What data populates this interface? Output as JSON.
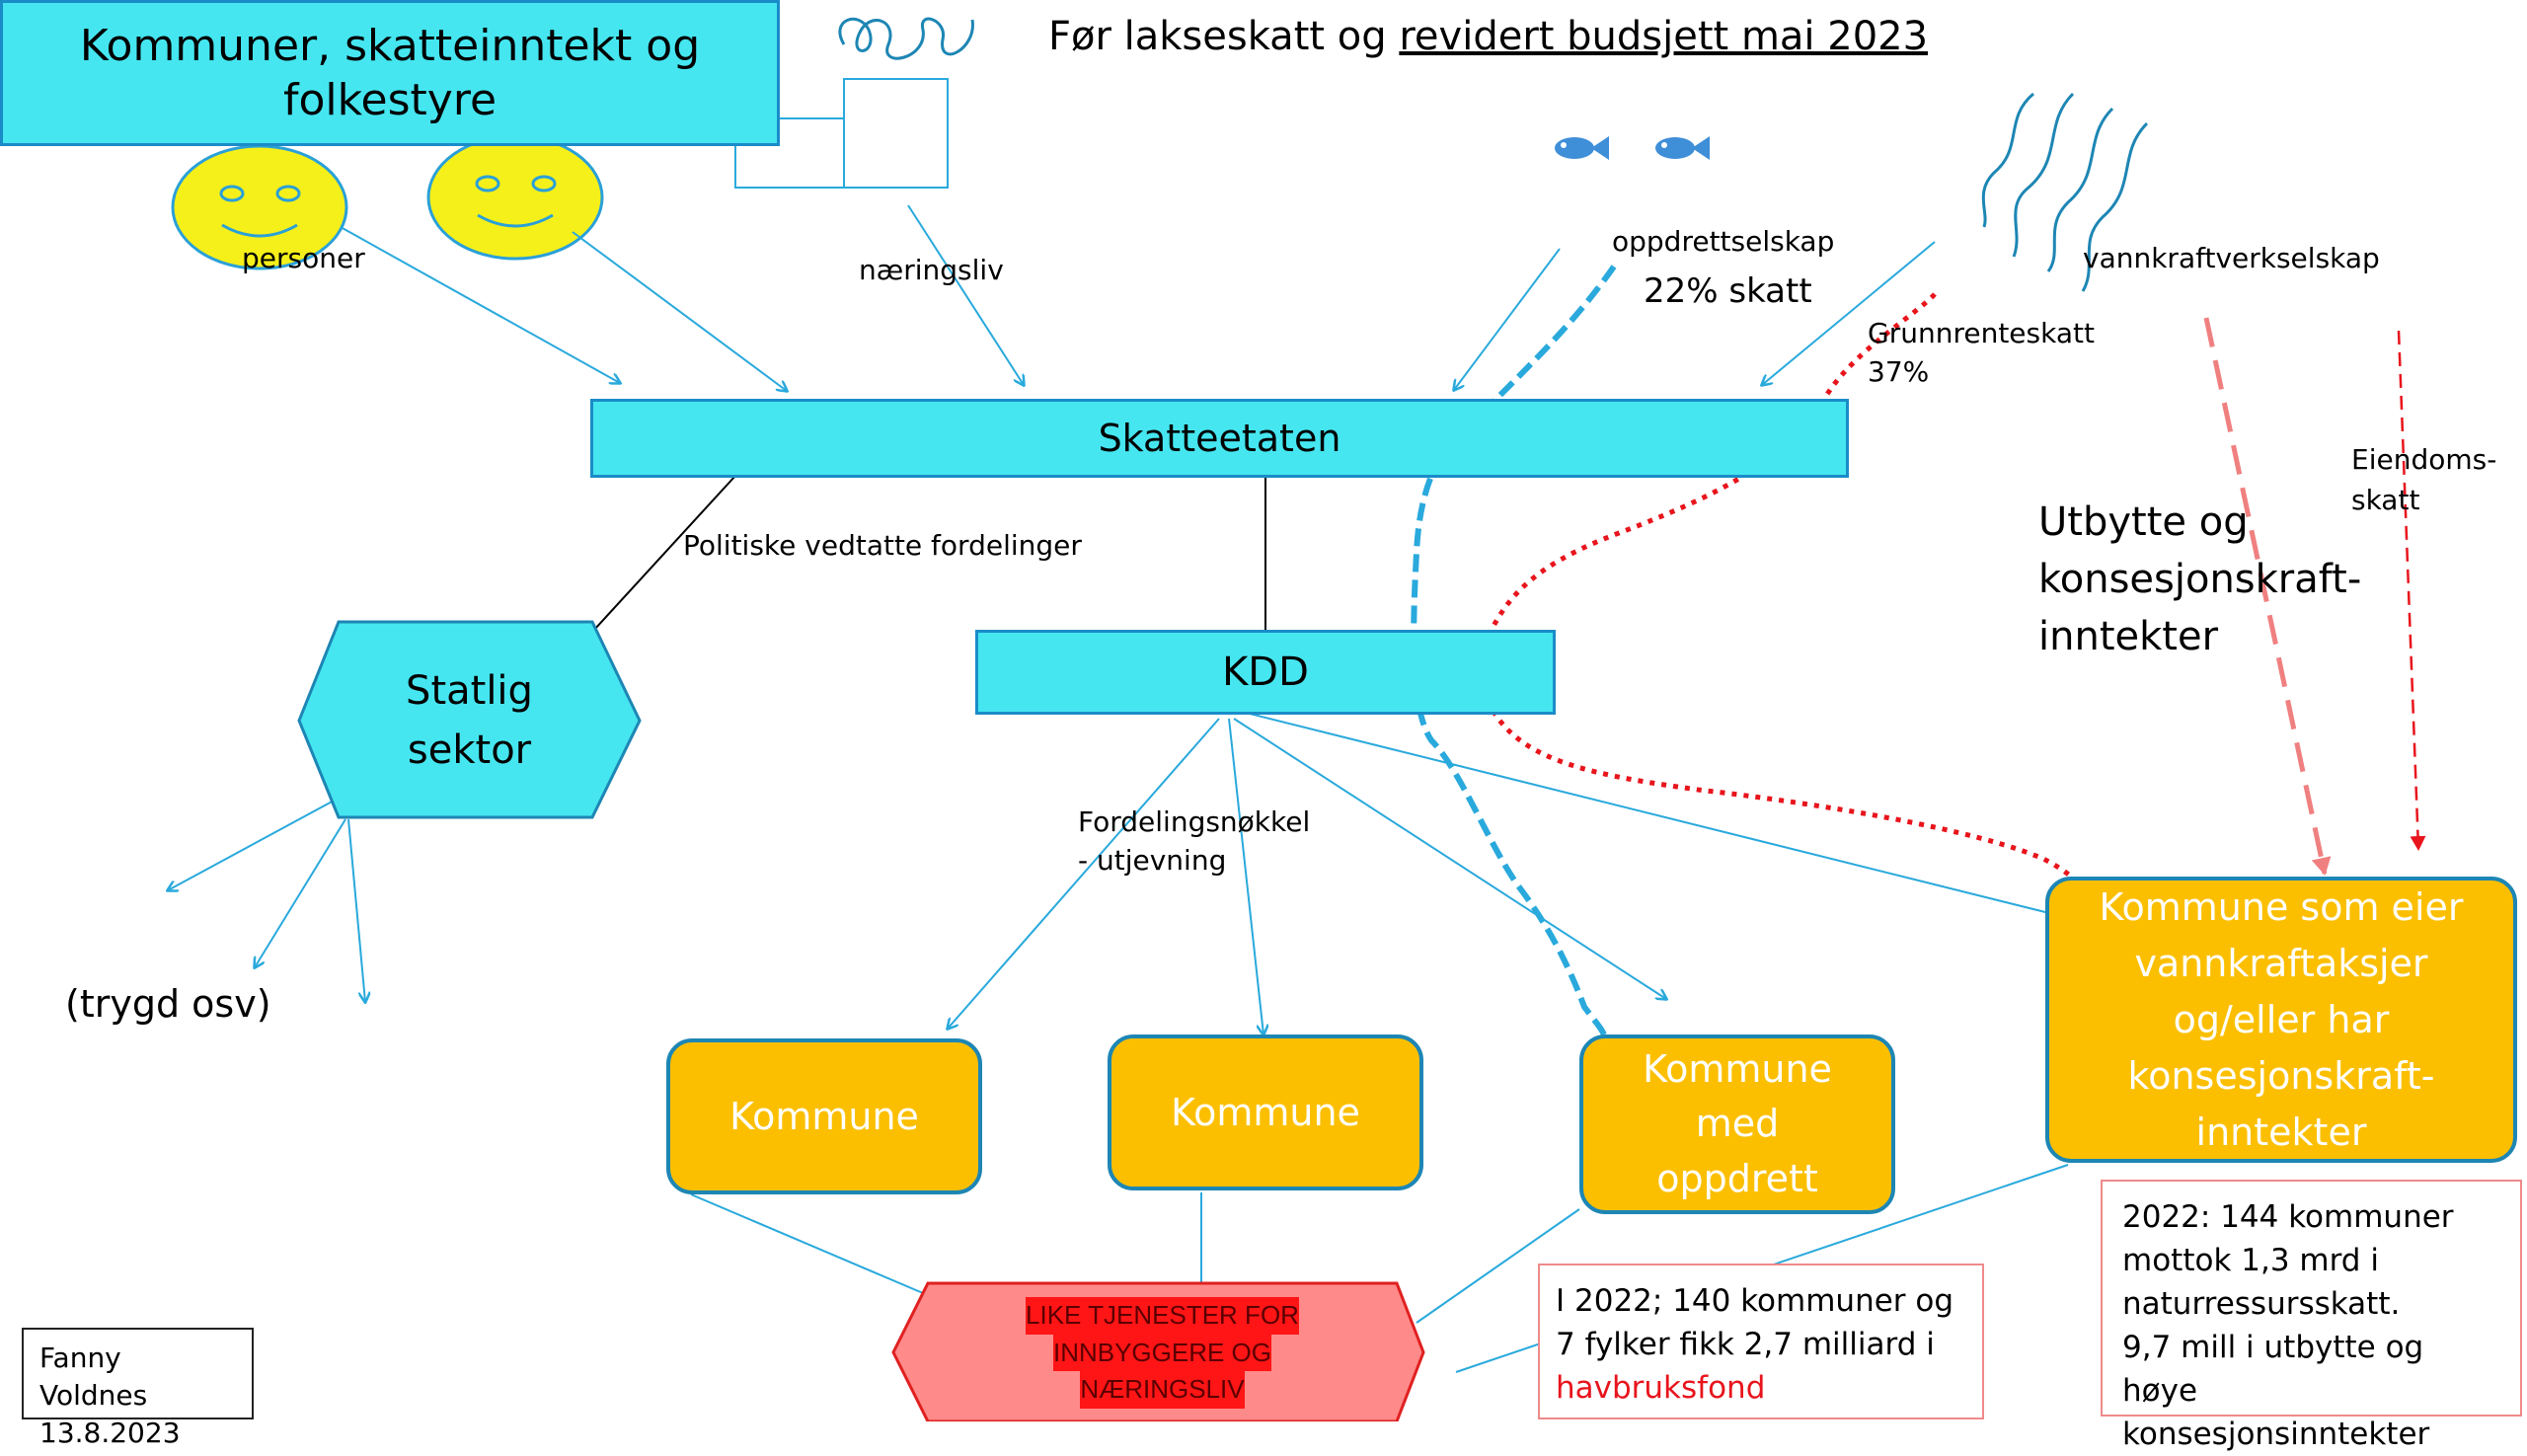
{
  "title_box": {
    "line1": "Kommuner, skatteinntekt og",
    "line2": "folkestyre"
  },
  "header": {
    "prefix": "Før lakseskatt og ",
    "underlined": "revidert budsjett mai 2023"
  },
  "labels": {
    "personer": "personer",
    "naeringsliv": "næringsliv",
    "oppdrettselskap": "oppdrettselskap",
    "skatt22": "22% skatt",
    "vannkraft": "vannkraftverkselskap",
    "grunnrente_1": "Grunnrenteskatt",
    "grunnrente_2": "37%",
    "eiendom_1": "Eiendoms-",
    "eiendom_2": "skatt",
    "utbytte_1": "Utbytte og",
    "utbytte_2": "konsesjonskraft-",
    "utbytte_3": "inntekter",
    "politiske": "Politiske vedtatte fordelinger",
    "fordeling_1": "Fordelingsnøkkel",
    "fordeling_2": "- utjevning",
    "trygd": "(trygd osv)"
  },
  "nodes": {
    "skatteetaten": "Skatteetaten",
    "kdd": "KDD",
    "statlig_1": "Statlig",
    "statlig_2": "sektor",
    "kommune1": "Kommune",
    "kommune2": "Kommune",
    "kommune_opp_1": "Kommune",
    "kommune_opp_2": "med",
    "kommune_opp_3": "oppdrett",
    "kommune_vk_1": "Kommune som eier",
    "kommune_vk_2": "vannkraftaksjer",
    "kommune_vk_3": "og/eller har",
    "kommune_vk_4": "konsesjonskraft-",
    "kommune_vk_5": "inntekter",
    "like_1": "LIKE TJENESTER FOR",
    "like_2": "INNBYGGERE OG",
    "like_3": "NÆRINGSLIV"
  },
  "notes": {
    "havbruk_1": "I 2022; 140 kommuner og",
    "havbruk_2": "7 fylker fikk 2,7 milliard i",
    "havbruk_3": "havbruksfond",
    "naturressurs_1": "2022: 144 kommuner",
    "naturressurs_2": "mottok 1,3 mrd i",
    "naturressurs_3": "naturressursskatt.",
    "naturressurs_4": "9,7 mill i utbytte og høye",
    "naturressurs_5": "konsesjonsinntekter"
  },
  "author": {
    "name": "Fanny Voldnes",
    "date": "13.8.2023"
  },
  "colors": {
    "cyan": "#45e6f0",
    "orange": "#fbbf00",
    "arrow_blue": "#29a9dc",
    "red_dotted": "#e8141c",
    "salmon": "#f08080",
    "red_fill": "#ff8a8a",
    "smiley": "#f5f01a"
  },
  "icons": [
    "smiley-face-icon",
    "fish-icon",
    "water-waves-icon",
    "squiggle-icon"
  ]
}
